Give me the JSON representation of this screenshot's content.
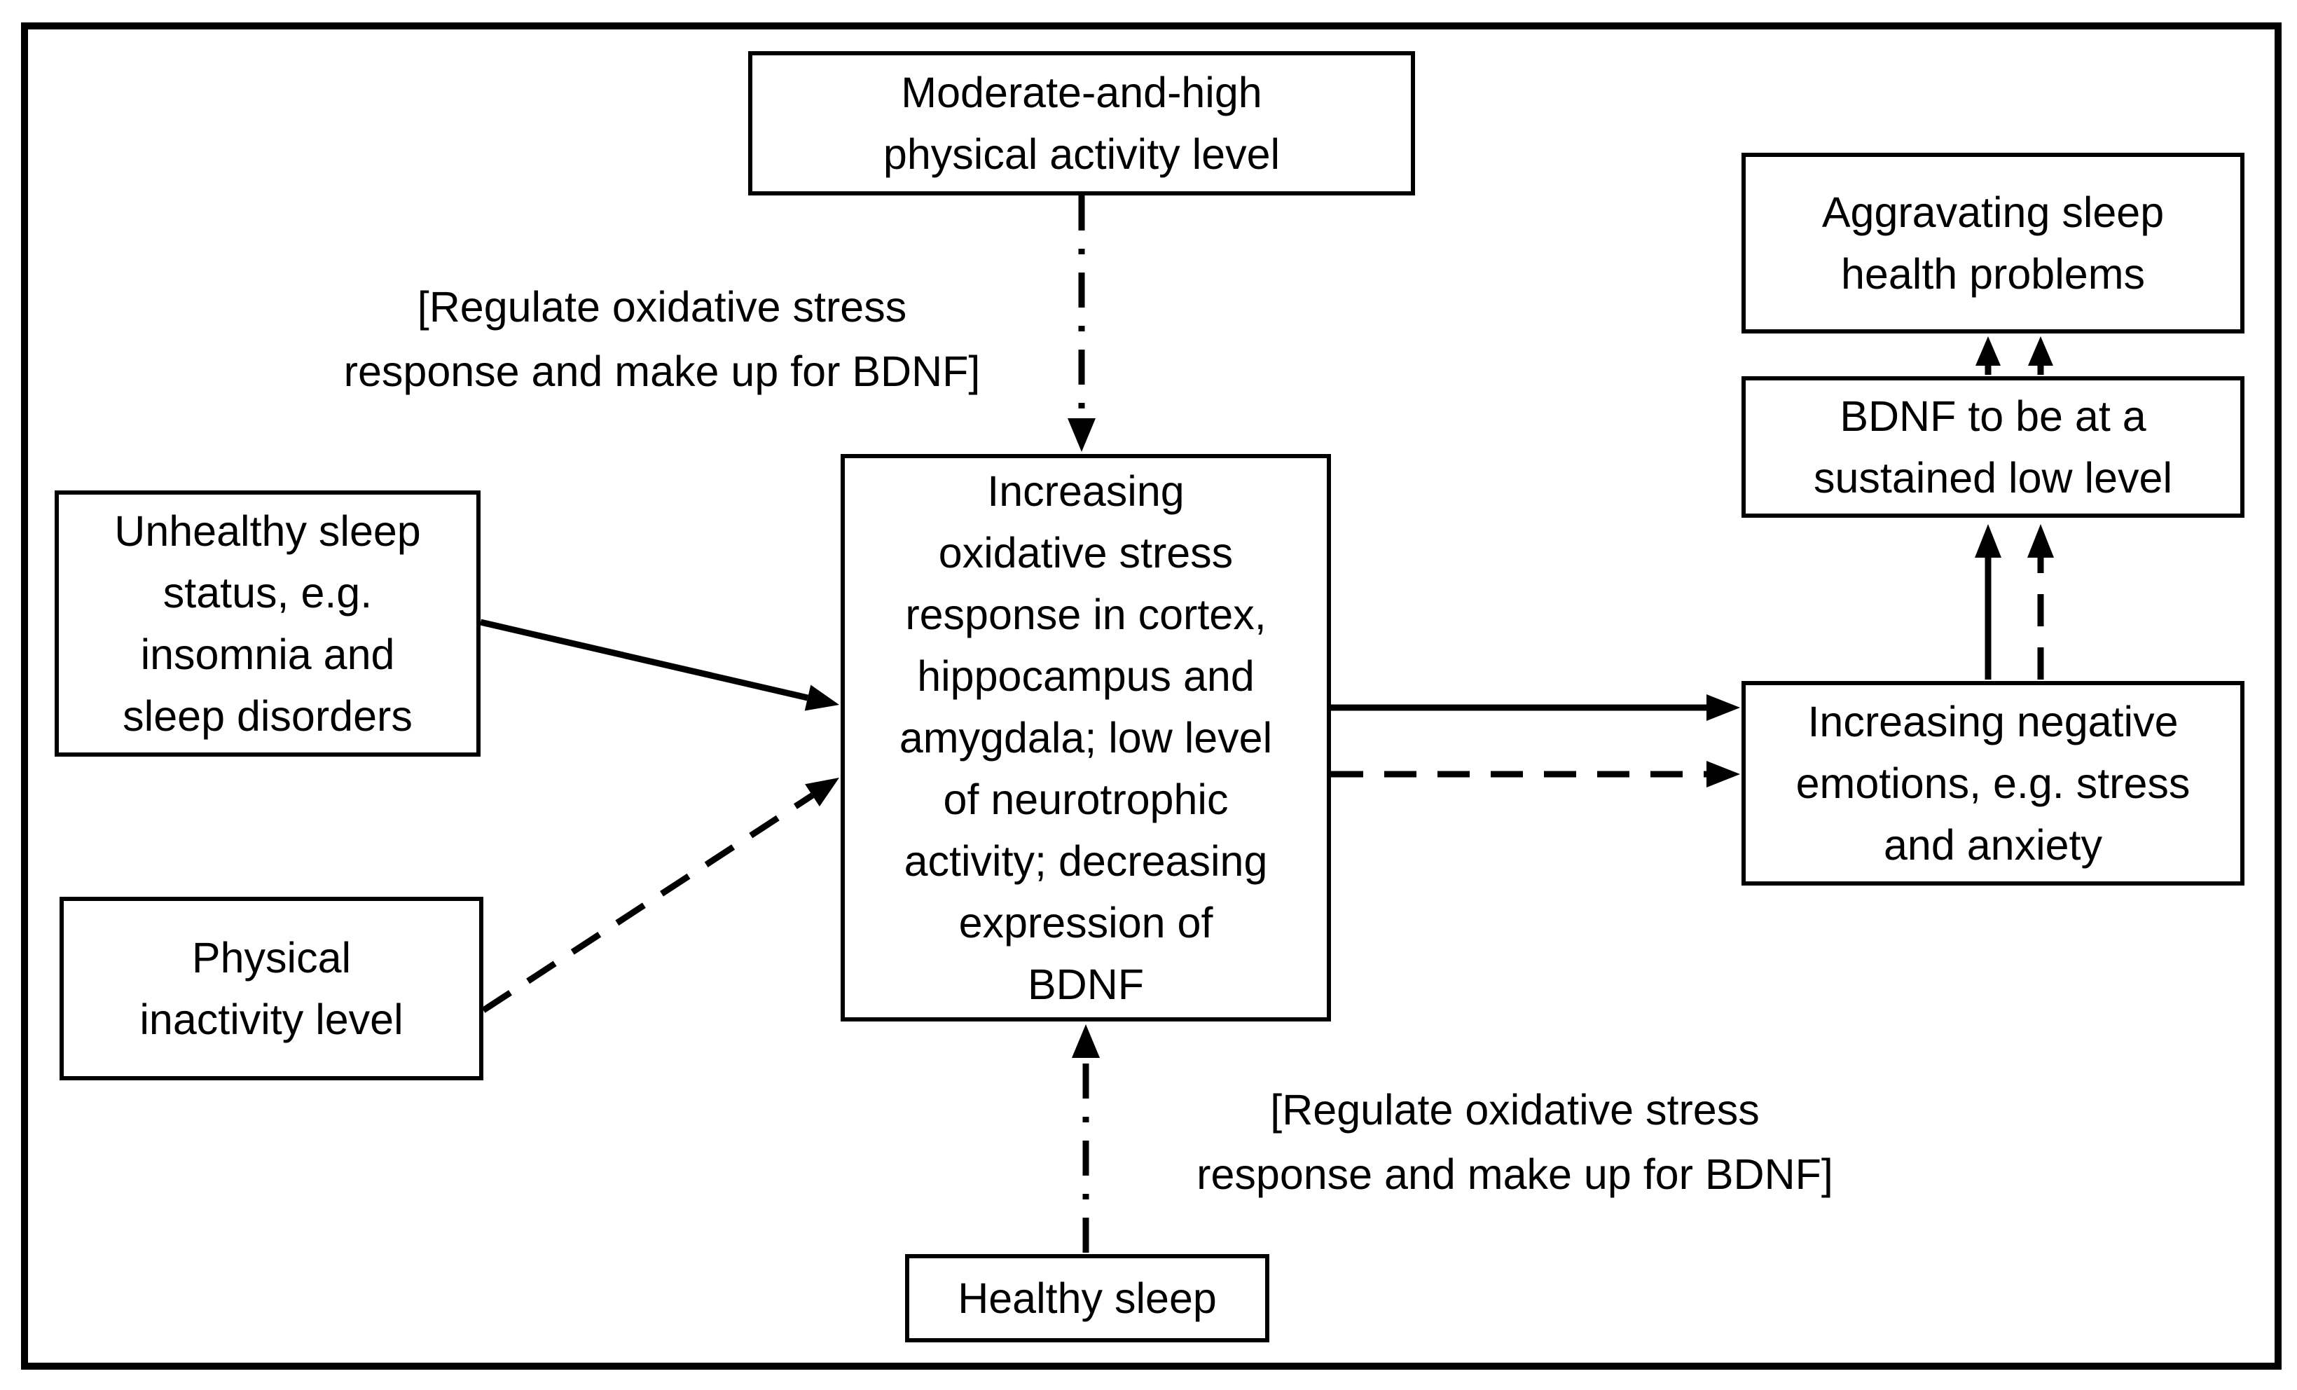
{
  "figure": {
    "background_color": "#ffffff",
    "ink_color": "#000000",
    "description": "Flow diagram linking sleep status, physical activity, oxidative stress / BDNF mechanisms and sleep health outcomes"
  },
  "boxes": {
    "moderate_activity": {
      "lines": [
        "Moderate-and-high",
        "physical activity level"
      ]
    },
    "unhealthy_sleep": {
      "lines": [
        "Unhealthy sleep",
        "status, e.g.",
        "insomnia and",
        "sleep disorders"
      ]
    },
    "physical_inactivity": {
      "lines": [
        "Physical",
        "inactivity level"
      ]
    },
    "central_mechanism": {
      "lines": [
        "Increasing",
        "oxidative stress",
        "response in cortex,",
        "hippocampus and",
        "amygdala; low level",
        "of neurotrophic",
        "activity; decreasing",
        "expression of",
        "BDNF"
      ]
    },
    "negative_emotions": {
      "lines": [
        "Increasing negative",
        "emotions, e.g. stress",
        "and anxiety"
      ]
    },
    "bdnf_low": {
      "lines": [
        "BDNF to be at a",
        "sustained low level"
      ]
    },
    "aggravating": {
      "lines": [
        "Aggravating sleep",
        "health problems"
      ]
    },
    "healthy_sleep": {
      "lines": [
        "Healthy sleep"
      ]
    }
  },
  "annotations": {
    "regulate_top": {
      "lines": [
        "[Regulate oxidative stress",
        "response and make up for BDNF]"
      ]
    },
    "regulate_bottom": {
      "lines": [
        "[Regulate oxidative stress",
        "response and make up for BDNF]"
      ]
    }
  }
}
